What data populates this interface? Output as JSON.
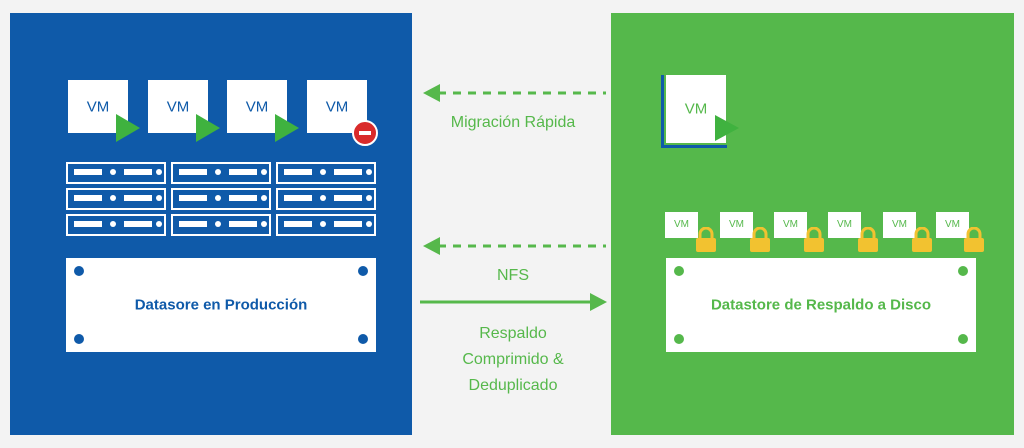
{
  "production": {
    "vm_labels": [
      "VM",
      "VM",
      "VM",
      "VM"
    ],
    "datastore_title": "Datasore en Producción",
    "color": "#0f5aa9"
  },
  "backup": {
    "vm_label": "VM",
    "small_vm_labels": [
      "VM",
      "VM",
      "VM",
      "VM",
      "VM",
      "VM"
    ],
    "datastore_title": "Datastore de Respaldo a Disco",
    "color": "#55b84b"
  },
  "connections": {
    "migration_label": "Migración Rápida",
    "nfs_label": "NFS",
    "backup_label_1": "Respaldo",
    "backup_label_2": "Comprimido &",
    "backup_label_3": "Deduplicado"
  },
  "icons": {
    "play": "play-icon",
    "stop": "stop-icon",
    "lock": "lock-icon",
    "server": "server-rack-icon"
  },
  "colors": {
    "accent_green": "#3fb23f",
    "arrow_green": "#56b84b",
    "stop_red": "#d92b2b",
    "lock_yellow": "#f2c230"
  }
}
